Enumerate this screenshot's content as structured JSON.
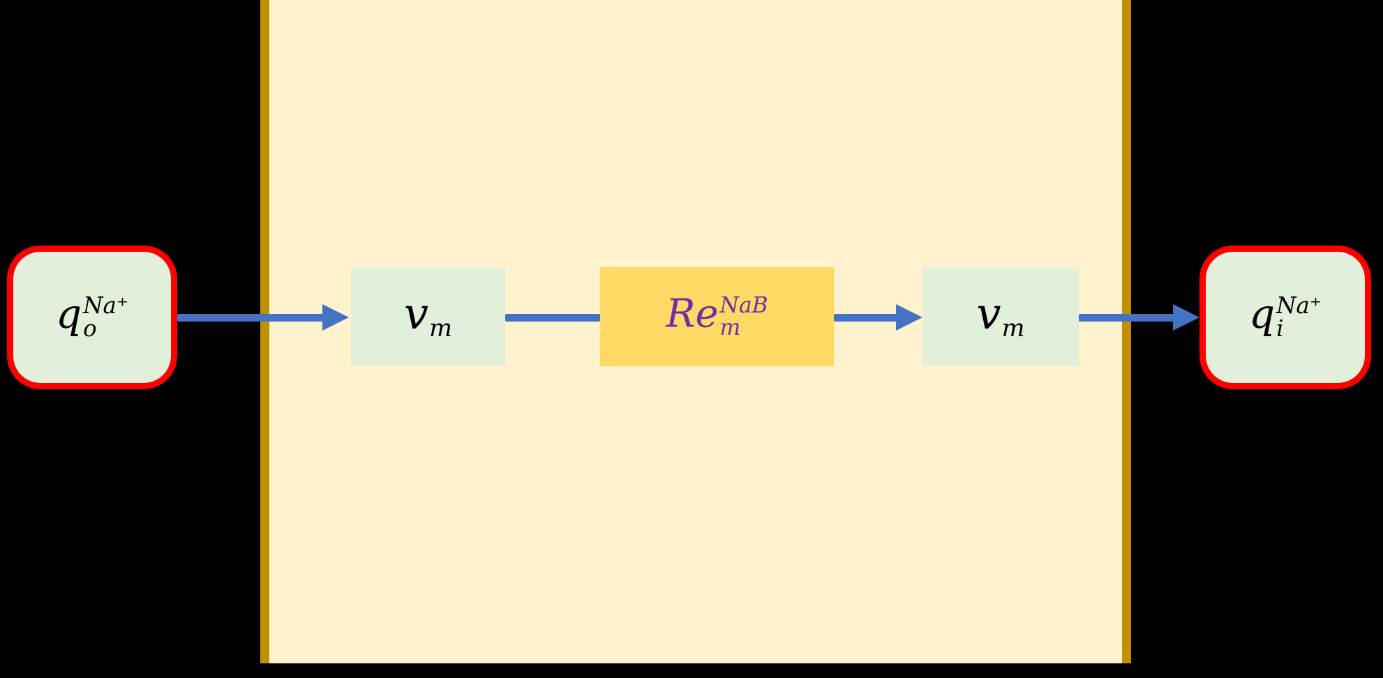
{
  "diagram": {
    "nodes": {
      "q_outer": {
        "base": "q",
        "sub": "o",
        "sup": "Na⁺"
      },
      "vm_left": {
        "base": "v",
        "sub": "m"
      },
      "re_pump": {
        "base": "Re",
        "sub": "m",
        "sup": "NaB"
      },
      "vm_right": {
        "base": "v",
        "sub": "m"
      },
      "q_inner": {
        "base": "q",
        "sub": "i",
        "sup": "Na⁺"
      }
    },
    "edges": [
      {
        "from": "q_outer",
        "to": "vm_left",
        "arrowhead": true
      },
      {
        "from": "vm_left",
        "to": "re_pump",
        "arrowhead": false
      },
      {
        "from": "re_pump",
        "to": "vm_right",
        "arrowhead": true
      },
      {
        "from": "vm_right",
        "to": "q_inner",
        "arrowhead": true
      }
    ],
    "colors": {
      "background": "#000000",
      "membrane_fill": "#FFF2CC",
      "membrane_border": "#BF9000",
      "node_fill": "#E2EFDA",
      "node_border": "#FF0000",
      "re_fill": "#FFD966",
      "re_text": "#7030A0",
      "arrow": "#4472C4",
      "label_text": "#000000"
    }
  }
}
